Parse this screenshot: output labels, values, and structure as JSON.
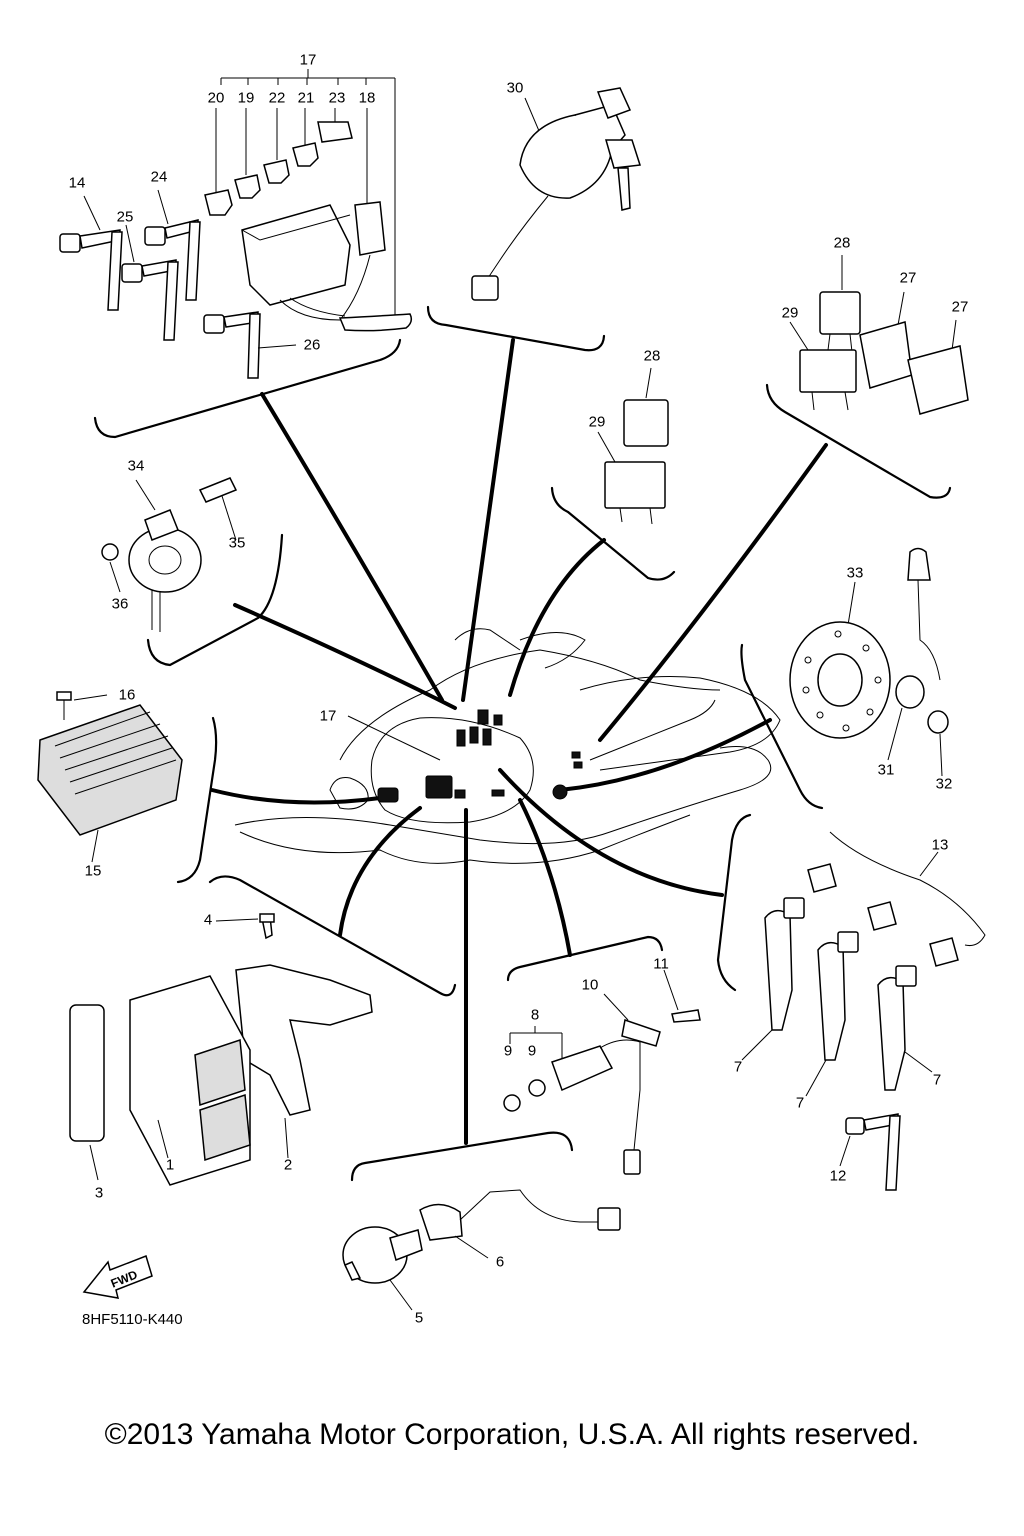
{
  "callouts": {
    "n1": "1",
    "n2": "2",
    "n3": "3",
    "n4": "4",
    "n5": "5",
    "n6": "6",
    "n7a": "7",
    "n7b": "7",
    "n7c": "7",
    "n8": "8",
    "n9a": "9",
    "n9b": "9",
    "n10": "10",
    "n11": "11",
    "n12": "12",
    "n13": "13",
    "n14": "14",
    "n15": "15",
    "n16": "16",
    "n17": "17",
    "n17b": "17",
    "n18": "18",
    "n19": "19",
    "n20": "20",
    "n21": "21",
    "n22": "22",
    "n23": "23",
    "n24": "24",
    "n25": "25",
    "n26": "26",
    "n27a": "27",
    "n27b": "27",
    "n28a": "28",
    "n28b": "28",
    "n29a": "29",
    "n29b": "29",
    "n30": "30",
    "n31": "31",
    "n32": "32",
    "n33": "33",
    "n34": "34",
    "n35": "35",
    "n36": "36"
  },
  "fwd_label": "FWD",
  "diagram_code": "8HF5110-K440",
  "copyright": "©2013 Yamaha Motor Corporation, U.S.A. All rights reserved."
}
